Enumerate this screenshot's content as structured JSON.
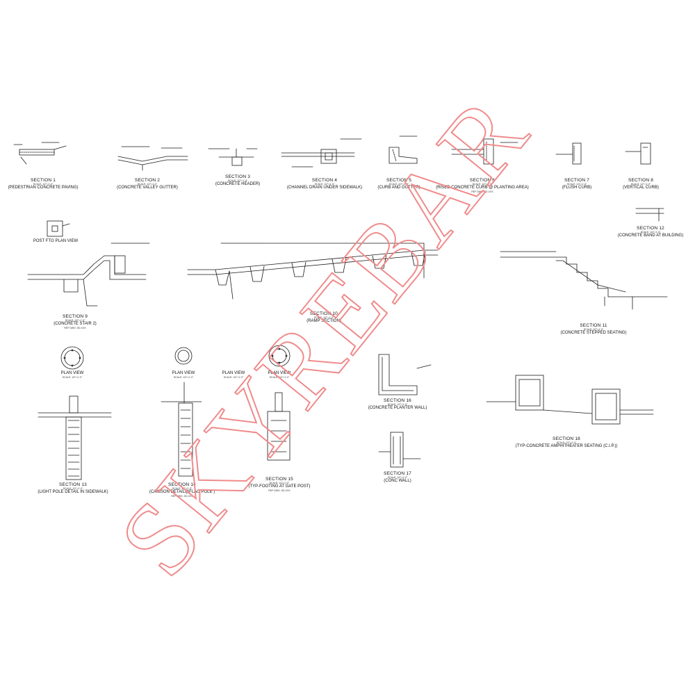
{
  "sheet": {
    "line_color": "#1a1a1a",
    "watermark_color": "#f08a8a"
  },
  "watermark": {
    "text": "SKYREBAR"
  },
  "sections": [
    {
      "id": "s1",
      "sec": "SECTION 1",
      "scale": "SCALE: 1/2\"=1'-0\"",
      "title": "(PEDESTRIAN CONCRETE PAVING)"
    },
    {
      "id": "s2",
      "sec": "SECTION 2",
      "scale": "SCALE: 1/2\"=1'-0\"",
      "title": "(CONCRETE VALLEY GUTTER)"
    },
    {
      "id": "s3",
      "sec": "SECTION 3",
      "scale": "SCALE: 1/2\"=1'-0\"",
      "title": "(CONCRETE HEADER)"
    },
    {
      "id": "s4",
      "sec": "SECTION 4",
      "scale": "SCALE: 1/2\"=1'-0\"",
      "title": "(CHANNEL DRAIN UNDER SIDEWALK)"
    },
    {
      "id": "s5",
      "sec": "SECTION 5",
      "scale": "SCALE: 1/2\"=1'-0\"",
      "title": "(CURB AND GUTTER)"
    },
    {
      "id": "s6",
      "sec": "SECTION 6",
      "scale": "SCALE: 1/2\"=1'-0\"",
      "title": "(RISED CONCRETE CURB @ PLANTING AREA)",
      "note": "REF DWG: SD-XXX"
    },
    {
      "id": "s7",
      "sec": "SECTION 7",
      "scale": "SCALE: 1/2\"=1'-0\"",
      "title": "(FLUSH CURB)"
    },
    {
      "id": "s8",
      "sec": "SECTION 8",
      "scale": "SCALE: 1/2\"=1'-0\"",
      "title": "(VERTICAL CURB)"
    },
    {
      "id": "s9",
      "sec": "SECTION 9",
      "scale": "SCALE: 1/2\"=1'-0\"",
      "title": "(CONCRETE STAIR 2)",
      "note": "REF DWG: SD-XXX"
    },
    {
      "id": "s10",
      "sec": "SECTION 10",
      "scale": "SCALE: 1/2\"=1'-0\"",
      "title": "(RAMP SECTION)"
    },
    {
      "id": "s11",
      "sec": "SECTION 11",
      "scale": "SCALE: 1/2\"=1'-0\"",
      "title": "(CONCRETE STEPPED SEATING)"
    },
    {
      "id": "s12",
      "sec": "SECTION 12",
      "scale": "SCALE: 1/2\"=1'-0\"",
      "title": "(CONCRETE BAND AT BUILDING)"
    },
    {
      "id": "s13",
      "sec": "SECTION 13",
      "scale": "SCALE: 1/2\"=1'-0\"",
      "title": "(LIGHT POLE DETAIL IN SIDEWALK)"
    },
    {
      "id": "s14",
      "sec": "SECTION 14",
      "scale": "SCALE: 1/2\"=1'-0\"",
      "title": "(CAISSON DETAIL@FLAG POLE )",
      "note": "REF DWG: SD-XXX"
    },
    {
      "id": "s15",
      "sec": "SECTION 15",
      "scale": "SCALE: 1/2\"=1'-0\"",
      "title": "(TYP-FOOTING AT GATE POST)",
      "note": "REF DWG: SD-XXX"
    },
    {
      "id": "s16",
      "sec": "SECTION 16",
      "scale": "SCALE: 1/2\"=1'-0\"",
      "title": "(CONCRETE PLANTER WALL)"
    },
    {
      "id": "s17",
      "sec": "SECTION 17",
      "scale": "SCALE: 1/2\"=1'-0\"",
      "title": "(CONC WALL)"
    },
    {
      "id": "s18",
      "sec": "SECTION 18",
      "scale": "SCALE: 1/2\"=1'-0\"",
      "title": "(TYP-CONCRETE AMPHITHEATER SEATING (C.I.P.))"
    }
  ],
  "plan_views": [
    {
      "id": "pv-post",
      "label": "POST FTG PLAN VIEW"
    },
    {
      "id": "pv1",
      "label": "PLAN VIEW",
      "scale": "SCALE: 1/2\"=1'-0\""
    },
    {
      "id": "pv2",
      "label": "PLAN VIEW",
      "scale": "SCALE: 1/2\"=1'-0\""
    },
    {
      "id": "pv3",
      "label": "PLAN VIEW",
      "scale": "SCALE: 1/2\"=1'-0\""
    },
    {
      "id": "pv4",
      "label": "PLAN VIEW",
      "scale": "SCALE: 1/2\"=1'-0\""
    }
  ]
}
